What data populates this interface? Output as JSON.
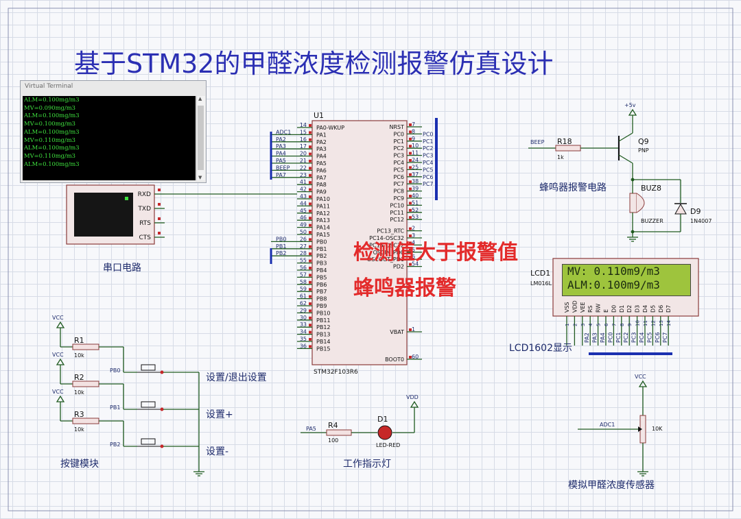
{
  "title": "基于STM32的甲醛浓度检测报警仿真设计",
  "callout": {
    "line1": "检测值大于报警值",
    "line2": "蜂鸣器报警"
  },
  "terminal": {
    "window_title": "Virtual Terminal",
    "lines": [
      "ALM=0.100mg/m3",
      "MV=0.090mg/m3",
      "ALM=0.100mg/m3",
      "MV=0.100mg/m3",
      "ALM=0.100mg/m3",
      "MV=0.110mg/m3",
      "ALM=0.100mg/m3",
      "MV=0.110mg/m3",
      "ALM=0.100mg/m3"
    ],
    "scroll_up": "▲",
    "scroll_down": "▼"
  },
  "serial": {
    "pins": [
      "RXD",
      "TXD",
      "RTS",
      "CTS"
    ],
    "label": "串口电路"
  },
  "mcu": {
    "ref": "U1",
    "part": "STM32F103R6",
    "left_pins": [
      {
        "num": "14",
        "name": "PA0-WKUP"
      },
      {
        "num": "15",
        "name": "PA1",
        "net": "ADC1"
      },
      {
        "num": "16",
        "name": "PA2",
        "net": "PA2"
      },
      {
        "num": "17",
        "name": "PA3",
        "net": "PA3"
      },
      {
        "num": "20",
        "name": "PA4",
        "net": "PA4"
      },
      {
        "num": "21",
        "name": "PA5",
        "net": "PA5"
      },
      {
        "num": "22",
        "name": "PA6",
        "net": "BEEP"
      },
      {
        "num": "23",
        "name": "PA7",
        "net": "PA7"
      },
      {
        "num": "41",
        "name": "PA8"
      },
      {
        "num": "42",
        "name": "PA9"
      },
      {
        "num": "43",
        "name": "PA10"
      },
      {
        "num": "44",
        "name": "PA11"
      },
      {
        "num": "45",
        "name": "PA12"
      },
      {
        "num": "46",
        "name": "PA13"
      },
      {
        "num": "49",
        "name": "PA14"
      },
      {
        "num": "50",
        "name": "PA15"
      },
      {
        "num": "26",
        "name": "PB0",
        "net": "PB0"
      },
      {
        "num": "27",
        "name": "PB1",
        "net": "PB1"
      },
      {
        "num": "28",
        "name": "PB2",
        "net": "PB2"
      },
      {
        "num": "55",
        "name": "PB3"
      },
      {
        "num": "56",
        "name": "PB4"
      },
      {
        "num": "57",
        "name": "PB5"
      },
      {
        "num": "58",
        "name": "PB6"
      },
      {
        "num": "59",
        "name": "PB7"
      },
      {
        "num": "61",
        "name": "PB8"
      },
      {
        "num": "62",
        "name": "PB9"
      },
      {
        "num": "29",
        "name": "PB10"
      },
      {
        "num": "30",
        "name": "PB11"
      },
      {
        "num": "33",
        "name": "PB12"
      },
      {
        "num": "34",
        "name": "PB13"
      },
      {
        "num": "35",
        "name": "PB14"
      },
      {
        "num": "36",
        "name": "PB15"
      }
    ],
    "right_pins": [
      {
        "num": "7",
        "name": "NRST"
      },
      {
        "num": "8",
        "name": "PC0",
        "net": "PC0"
      },
      {
        "num": "9",
        "name": "PC1",
        "net": "PC1"
      },
      {
        "num": "10",
        "name": "PC2",
        "net": "PC2"
      },
      {
        "num": "11",
        "name": "PC3",
        "net": "PC3"
      },
      {
        "num": "24",
        "name": "PC4",
        "net": "PC4"
      },
      {
        "num": "25",
        "name": "PC5",
        "net": "PC5"
      },
      {
        "num": "37",
        "name": "PC6",
        "net": "PC6"
      },
      {
        "num": "38",
        "name": "PC7",
        "net": "PC7"
      },
      {
        "num": "39",
        "name": "PC8"
      },
      {
        "num": "40",
        "name": "PC9"
      },
      {
        "num": "51",
        "name": "PC10"
      },
      {
        "num": "52",
        "name": "PC11"
      },
      {
        "num": "53",
        "name": "PC12"
      },
      {
        "num": "2",
        "name": "PC13_RTC"
      },
      {
        "num": "3",
        "name": "PC14-OSC32"
      },
      {
        "num": "4",
        "name": "PC15-OSC32"
      },
      {
        "num": "5",
        "name": "OSCIN_PD0"
      },
      {
        "num": "6",
        "name": "OSCOUT_PD1"
      },
      {
        "num": "54",
        "name": "PD2"
      },
      {
        "num": "1",
        "name": "VBAT"
      },
      {
        "num": "60",
        "name": "BOOT0"
      }
    ]
  },
  "buzzer": {
    "net": "BEEP",
    "res_ref": "R18",
    "res_val": "1k",
    "q_ref": "Q9",
    "q_type": "PNP",
    "vcc": "+5v",
    "bz_ref": "BUZ8",
    "bz_type": "BUZZER",
    "d_ref": "D9",
    "d_type": "1N4007",
    "label": "蜂鸣器报警电路"
  },
  "lcd": {
    "ref": "LCD1",
    "part": "LM016L",
    "line1": "MV: 0.110m9/m3",
    "line2": "ALM:0.100m9/m3",
    "pins": [
      "VSS",
      "VDD",
      "VEE",
      "RS",
      "RW",
      "E",
      "D0",
      "D1",
      "D2",
      "D3",
      "D4",
      "D5",
      "D6",
      "D7"
    ],
    "pin_nums": [
      "1",
      "2",
      "3",
      "4",
      "5",
      "6",
      "7",
      "8",
      "9",
      "10",
      "11",
      "12",
      "13",
      "14"
    ],
    "nets": [
      "PA2",
      "PA3",
      "PA4",
      "PC0",
      "PC1",
      "PC2",
      "PC3",
      "PC4",
      "PC5",
      "PC6",
      "PC7"
    ],
    "label": "LCD1602显示"
  },
  "keys": {
    "vcc": "VCC",
    "rows": [
      {
        "res": "R1",
        "val": "10k",
        "net": "PB0",
        "label": "设置/退出设置"
      },
      {
        "res": "R2",
        "val": "10k",
        "net": "PB1",
        "label": "设置+"
      },
      {
        "res": "R3",
        "val": "10k",
        "net": "PB2",
        "label": "设置-"
      }
    ],
    "label": "按键模块"
  },
  "led": {
    "net": "PA5",
    "res_ref": "R4",
    "res_val": "100",
    "d_ref": "D1",
    "d_type": "LED-RED",
    "vdd": "VDD",
    "label": "工作指示灯"
  },
  "sensor": {
    "vcc": "VCC",
    "net": "ADC1",
    "val": "10K",
    "label": "模拟甲醛浓度传感器"
  },
  "colors": {
    "wire": "#1f5a1f",
    "text": "#1d2a6b",
    "bus": "#1a2fb0",
    "callout": "#e32b2b",
    "chip": "#f2e6e6",
    "chip_border": "#8a3a3a"
  }
}
